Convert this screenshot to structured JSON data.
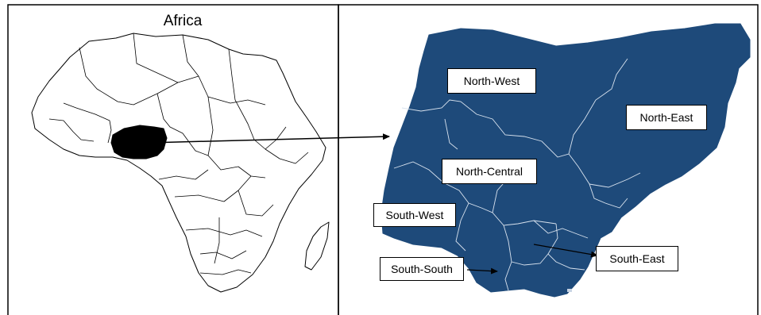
{
  "left_panel": {
    "title": "Africa"
  },
  "right_panel": {
    "regions": [
      {
        "id": "north-west",
        "label": "North-West"
      },
      {
        "id": "north-east",
        "label": "North-East"
      },
      {
        "id": "north-central",
        "label": "North-Central"
      },
      {
        "id": "south-west",
        "label": "South-West"
      },
      {
        "id": "south-south",
        "label": "South-South"
      },
      {
        "id": "south-east",
        "label": "South-East"
      }
    ]
  },
  "colors": {
    "nigeria_fill": "#1e4a7a",
    "highlight": "#000000",
    "outline": "#000000",
    "region_border": "#ffffff"
  }
}
